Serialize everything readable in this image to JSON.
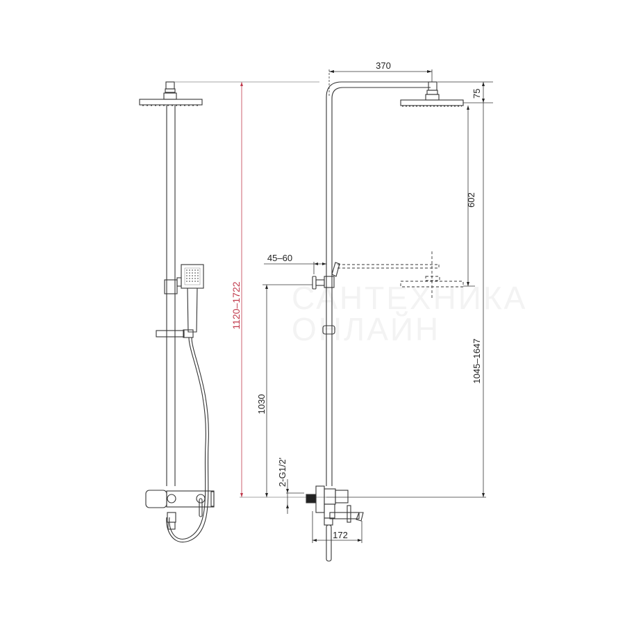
{
  "drawing": {
    "title": "Shower system technical drawing",
    "views": [
      "front-view",
      "side-view"
    ],
    "watermark": [
      "САНТЕХНИКА",
      "ОНЛАЙН"
    ],
    "colors": {
      "line": "#333333",
      "red_dimension": "#c0394b",
      "dimension": "#222222"
    }
  },
  "dimensions": {
    "overhead_reach": "370",
    "head_drop": "75",
    "head_height_adjust": "602",
    "total_height_range": "1120–1722",
    "bracket_offset": "45–60",
    "wall_bracket_height": "1030",
    "inlet_thread": "2-G1/2'",
    "column_height_range": "1045–1647",
    "mixer_depth": "172"
  }
}
